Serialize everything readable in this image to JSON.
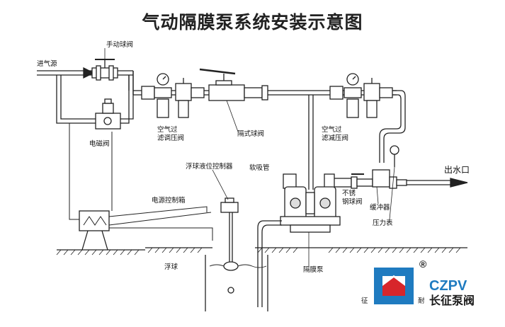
{
  "title": "气动隔膜泵系统安装示意图",
  "labels": {
    "air_inlet": "进气源",
    "manual_ball_valve": "手动球阀",
    "solenoid_valve": "电磁阀",
    "air_filter_regulator_1_l1": "空气过",
    "air_filter_regulator_1_l2": "滤调压阀",
    "pneumatic_ball_valve": "隔式球阀",
    "air_filter_regulator_2_l1": "空气过",
    "air_filter_regulator_2_l2": "滤减压阀",
    "float_level_controller": "浮球液位控制器",
    "power_control_box": "电源控制箱",
    "hose": "软吸管",
    "stainless_ball_valve_l1": "不锈",
    "stainless_ball_valve_l2": "钢球阀",
    "pulsation_damper": "缓冲器",
    "pressure_gauge": "压力表",
    "outlet": "出水口",
    "float_ball": "浮球",
    "diaphragm_pump": "隔膜泵"
  },
  "logo": {
    "brand": "CZPV",
    "registered": "®",
    "cn_name": "长征泵阀",
    "side_left": "征",
    "side_right": "耐",
    "colors": {
      "blue": "#1f7bc0",
      "red": "#d7262b"
    }
  }
}
